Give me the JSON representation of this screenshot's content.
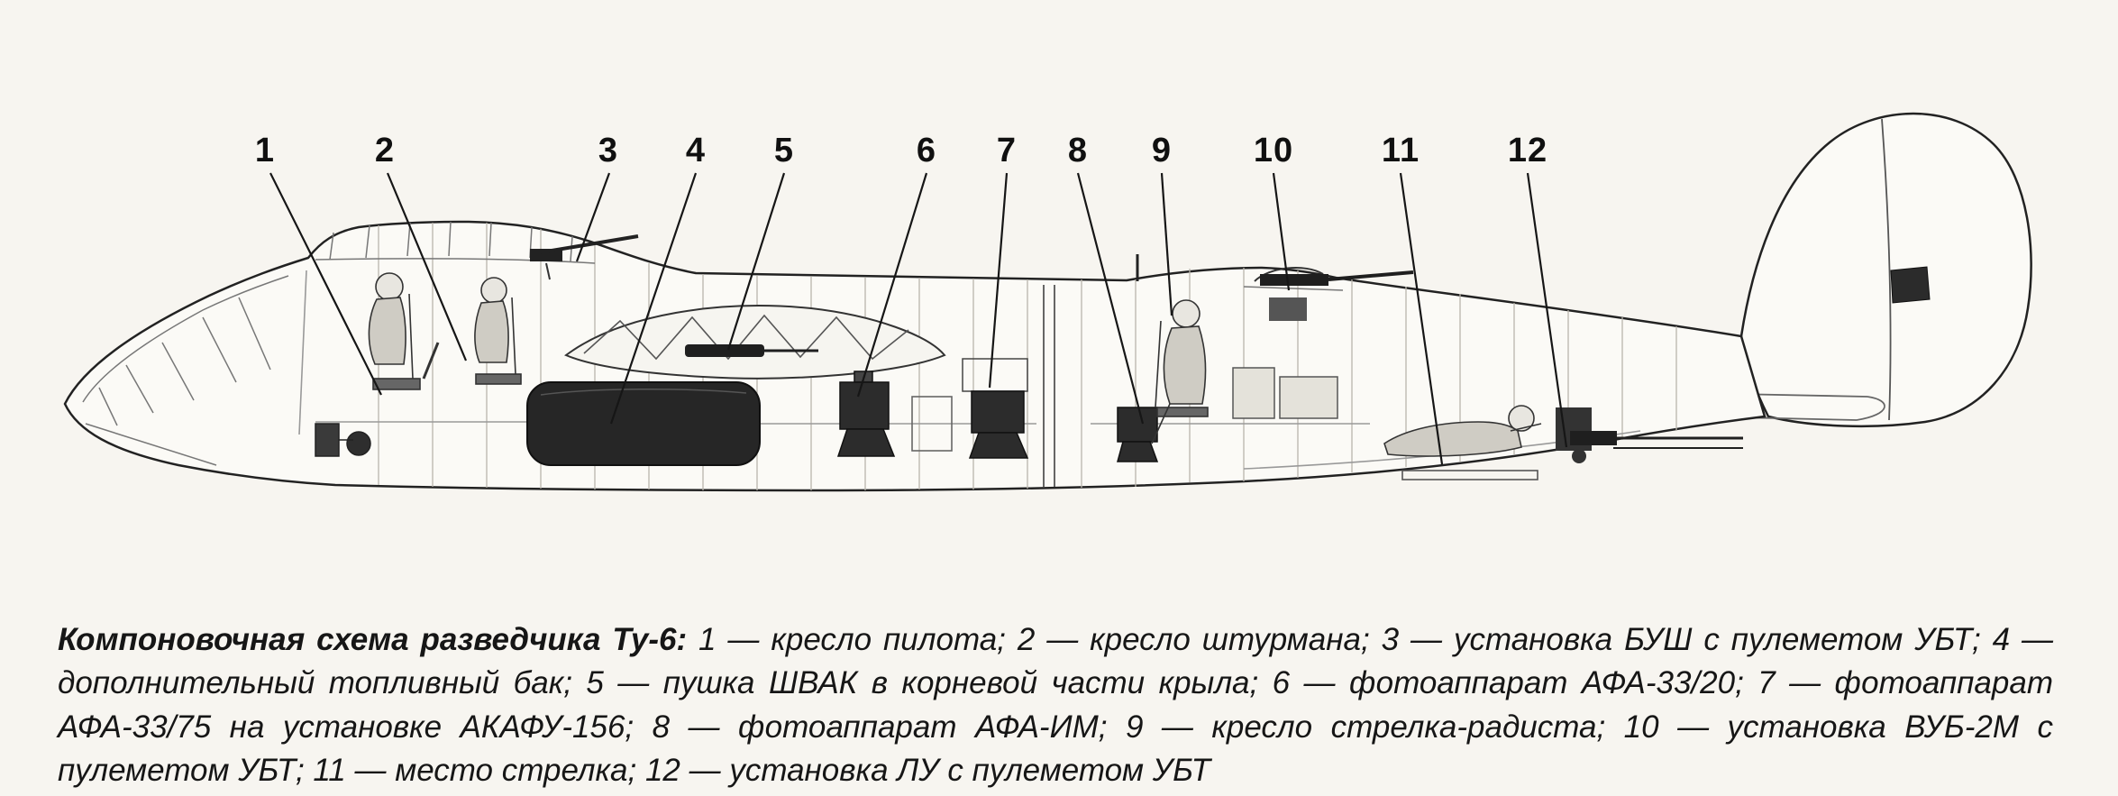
{
  "page": {
    "background": "#f7f5f0"
  },
  "diagram": {
    "callouts": [
      {
        "num": "1",
        "name": "кресло пилота"
      },
      {
        "num": "2",
        "name": "кресло штурмана"
      },
      {
        "num": "3",
        "name": "установка БУШ с пулеметом УБТ"
      },
      {
        "num": "4",
        "name": "дополнительный топливный бак"
      },
      {
        "num": "5",
        "name": "пушка ШВАК в корневой части крыла"
      },
      {
        "num": "6",
        "name": "фотоаппарат АФА-33/20"
      },
      {
        "num": "7",
        "name": "фотоаппарат АФА-33/75 на установке АКАФУ-156"
      },
      {
        "num": "8",
        "name": "фотоаппарат АФА-ИМ"
      },
      {
        "num": "9",
        "name": "кресло стрелка-радиста"
      },
      {
        "num": "10",
        "name": "установка ВУБ-2М с пулеметом УБТ"
      },
      {
        "num": "11",
        "name": "место стрелка"
      },
      {
        "num": "12",
        "name": "установка ЛУ с пулеметом УБТ"
      }
    ]
  },
  "caption": {
    "title": "Компоновочная схема разведчика Ту-6:",
    "body": " 1 — кресло пилота; 2 — кресло штурмана; 3 — установка БУШ с пулеметом УБТ; 4 — дополнительный топливный бак; 5 — пушка ШВАК в корневой части крыла; 6 — фотоаппарат АФА-33/20; 7 — фотоаппарат АФА-33/75 на установке АКАФУ-156; 8 — фотоаппарат АФА-ИМ; 9 — кресло стрелка-радиста; 10 — установка ВУБ-2М с пулеметом УБТ; 11 — место стрелка; 12 — установка ЛУ с пулеметом УБТ"
  }
}
